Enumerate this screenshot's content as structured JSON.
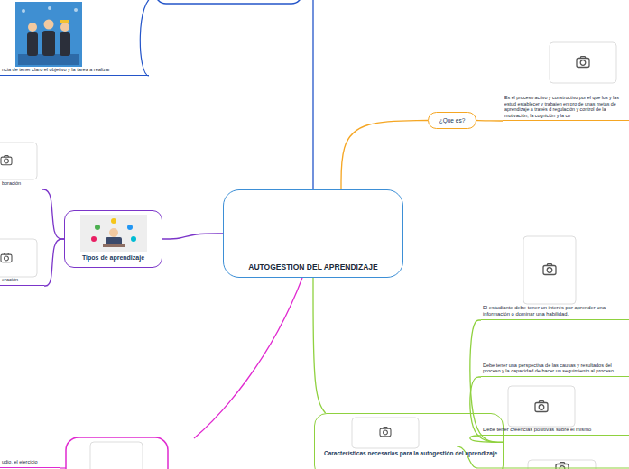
{
  "diagram": {
    "nodes": [
      {
        "text": [
          "AUTOGESTION DEL APRENDIZAJE"
        ]
      },
      {
        "text": [
          "ncia de tener claro el objetivo y la tarea a realizar"
        ]
      },
      {
        "text": [
          "¿Que es?"
        ]
      },
      {
        "text": [
          "Es el proceso activo y constructivo por el que los y las estud establecer y trabajen en pro de unas metas de aprendizaje a través d regulación y control de la motivación, la cognición y la co"
        ]
      },
      {
        "text": [
          "Tipos de aprendizaje"
        ]
      },
      {
        "text": [
          "boración"
        ]
      },
      {
        "text": [
          "eración"
        ]
      },
      {
        "text": [
          "udio, el ejercicio"
        ]
      },
      {
        "text": [
          "Características necesarias para la autogestión del aprendizaje"
        ]
      },
      {
        "text": [
          "El estudiante debe tener un interés por aprender una información o dominar una habilidad."
        ]
      },
      {
        "text": [
          "Debe tener una perspectiva de las causas y resultados del proceso y la capacidad de hacer un seguimiento al proceso"
        ]
      },
      {
        "text": [
          "Debe tener creencias positivas sobre el mismo"
        ]
      }
    ],
    "edges": [
      {
        "from": 0,
        "to": 2,
        "arrow": "none"
      },
      {
        "from": 2,
        "to": 3,
        "arrow": "none"
      },
      {
        "from": 0,
        "to": 4,
        "arrow": "none"
      },
      {
        "from": 4,
        "to": 5,
        "arrow": "none"
      },
      {
        "from": 4,
        "to": 6,
        "arrow": "none"
      },
      {
        "from": 0,
        "to": 8,
        "arrow": "none"
      },
      {
        "from": 8,
        "to": 9,
        "arrow": "none"
      },
      {
        "from": 8,
        "to": 10,
        "arrow": "none"
      },
      {
        "from": 8,
        "to": 11,
        "arrow": "none"
      }
    ]
  }
}
